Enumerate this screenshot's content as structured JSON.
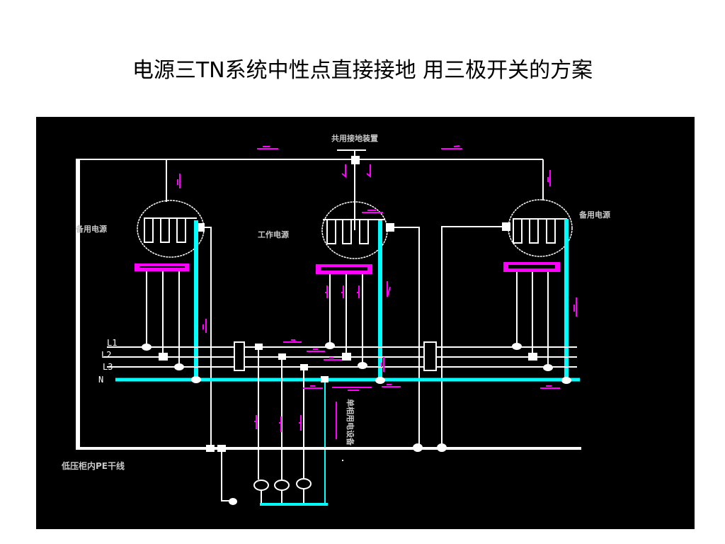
{
  "slide": {
    "title": "电源三TN系统中性点直接接地 用三极开关的方案"
  },
  "diagram": {
    "background": "#000000",
    "colors": {
      "wire": "#ffffff",
      "neutral": "#00ffff",
      "annotation": "#ff00ff"
    },
    "labels": {
      "common_ground": "共用接地装置",
      "backup_source_left": "备用电源",
      "working_source": "工作电源",
      "backup_source_right": "备用电源",
      "pe_trunk": "低压柜内PE干线",
      "single_phase_vertical": "单相用电设备"
    },
    "bus_lines": [
      {
        "id": "L1",
        "label": "L1"
      },
      {
        "id": "L2",
        "label": "L2"
      },
      {
        "id": "L3",
        "label": "L3"
      },
      {
        "id": "N",
        "label": "N"
      }
    ],
    "sources": [
      {
        "id": "backup-left",
        "label_key": "backup_source_left",
        "type": "transformer"
      },
      {
        "id": "working",
        "label_key": "working_source",
        "type": "transformer"
      },
      {
        "id": "backup-right",
        "label_key": "backup_source_right",
        "type": "transformer"
      }
    ],
    "switches": [
      {
        "id": "switch-left",
        "poles": 3
      },
      {
        "id": "switch-right",
        "poles": 3
      }
    ],
    "loads": [
      {
        "id": "load-1"
      },
      {
        "id": "load-2"
      },
      {
        "id": "load-3"
      }
    ]
  }
}
